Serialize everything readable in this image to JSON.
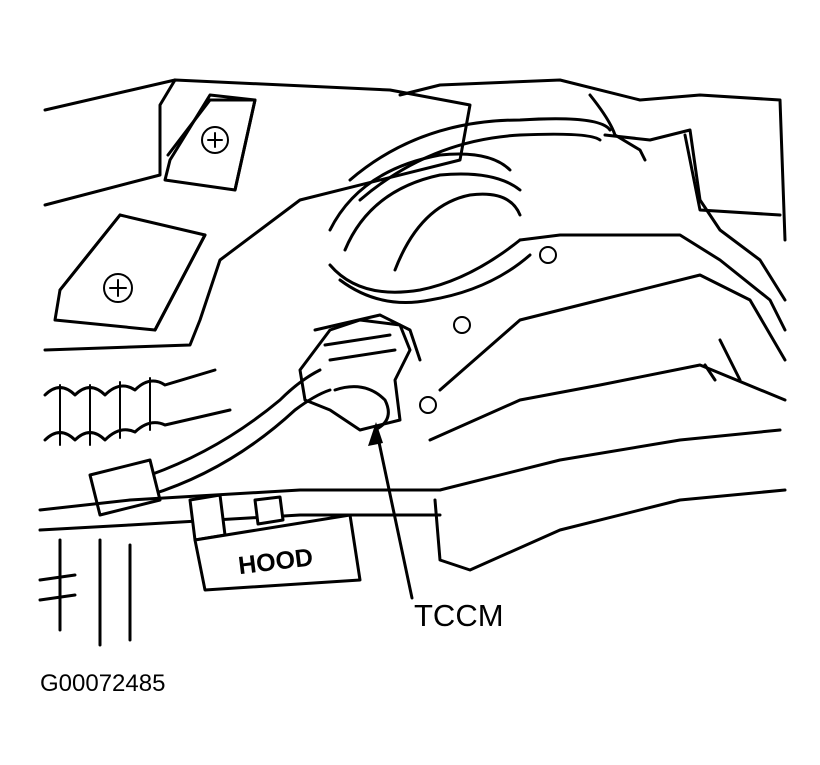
{
  "labels": {
    "component": "TCCM",
    "hood_tag": "HOOD"
  },
  "figure_id": "G00072485"
}
